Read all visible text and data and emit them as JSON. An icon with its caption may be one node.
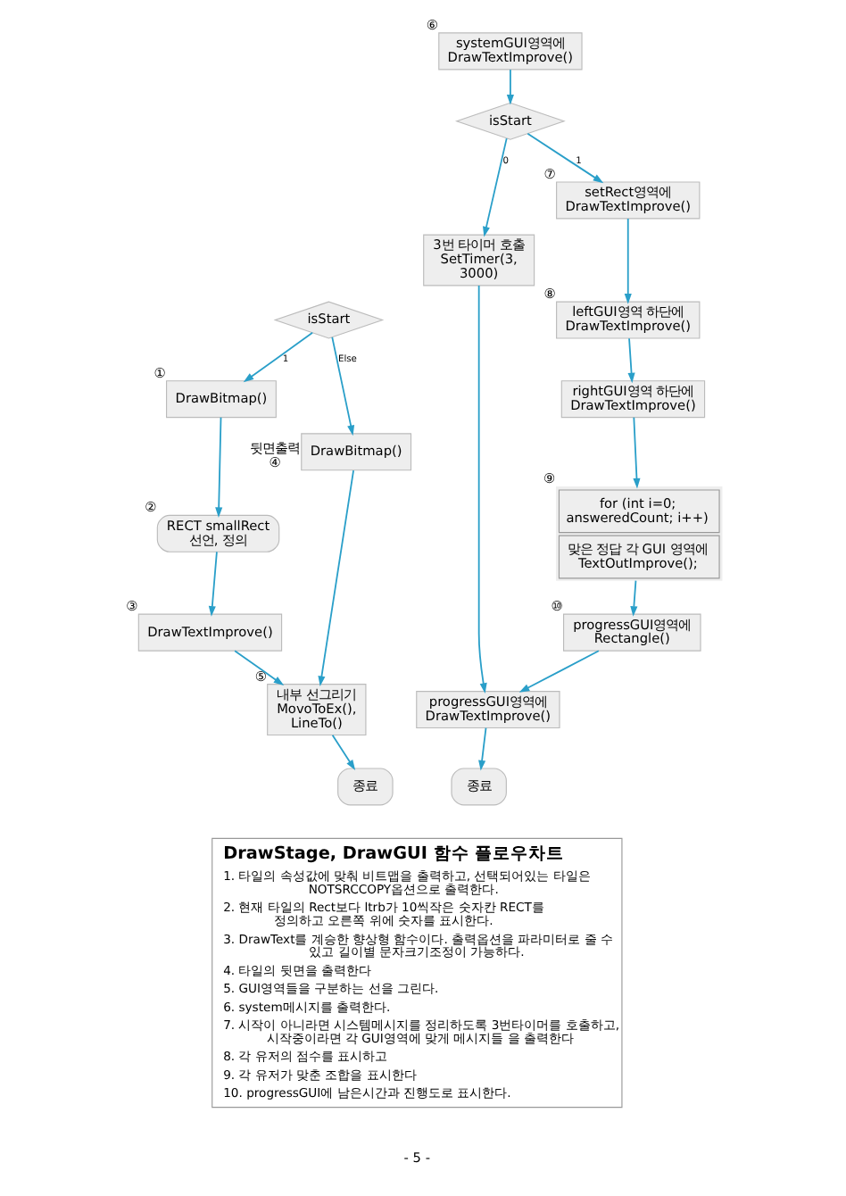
{
  "diagram": {
    "title": "DrawStage, DrawGUI 함수 플로우차트",
    "nodes": [
      {
        "text": [
          "isStart"
        ]
      },
      {
        "text": [
          "DrawBitmap()"
        ],
        "beside": [
          "①"
        ]
      },
      {
        "text": [
          "RECT smallRect 선언, 정의"
        ],
        "beside": [
          "②"
        ]
      },
      {
        "text": [
          "DrawTextImprove()"
        ],
        "beside": [
          "③"
        ]
      },
      {
        "text": [
          "DrawBitmap()"
        ],
        "beside": [
          "뒷면출력",
          "④"
        ]
      },
      {
        "text": [
          "내부 선그리기 MovoToEx(), LineTo()"
        ],
        "beside": [
          "⑤"
        ]
      },
      {
        "text": [
          "종료"
        ]
      },
      {
        "text": [
          "systemGUI영역에 DrawTextImprove()"
        ],
        "beside": [
          "⑥"
        ]
      },
      {
        "text": [
          "isStart"
        ]
      },
      {
        "text": [
          "3번 타이머 호출 SetTimer(3, 3000)"
        ]
      },
      {
        "text": [
          "setRect영역에 DrawTextImprove()"
        ],
        "beside": [
          "⑦"
        ]
      },
      {
        "text": [
          "leftGUI영역 하단에 DrawTextImprove()"
        ],
        "beside": [
          "⑧"
        ]
      },
      {
        "text": [
          "rightGUI영역 하단에 DrawTextImprove()"
        ]
      },
      {
        "text": [
          "for (int i=0; answeredCount; i++)",
          "맞은 정답 각 GUI 영역에 TextOutImprove();"
        ],
        "beside": [
          "⑨"
        ]
      },
      {
        "text": [
          "progressGUI영역에 Rectangle()"
        ],
        "beside": [
          "⑩"
        ]
      },
      {
        "text": [
          "progressGUI영역에 DrawTextImprove()"
        ]
      },
      {
        "text": [
          "종료"
        ]
      }
    ],
    "edges": [
      {
        "from": 0,
        "to": 1,
        "arrow": "to",
        "label": "1"
      },
      {
        "from": 0,
        "to": 4,
        "arrow": "to",
        "label": "Else"
      },
      {
        "from": 1,
        "to": 2,
        "arrow": "to"
      },
      {
        "from": 2,
        "to": 3,
        "arrow": "to"
      },
      {
        "from": 3,
        "to": 5,
        "arrow": "to"
      },
      {
        "from": 4,
        "to": 5,
        "arrow": "to"
      },
      {
        "from": 5,
        "to": 6,
        "arrow": "to"
      },
      {
        "from": 7,
        "to": 8,
        "arrow": "to"
      },
      {
        "from": 8,
        "to": 9,
        "arrow": "to",
        "label": "0"
      },
      {
        "from": 8,
        "to": 10,
        "arrow": "to",
        "label": "1"
      },
      {
        "from": 10,
        "to": 11,
        "arrow": "to"
      },
      {
        "from": 11,
        "to": 12,
        "arrow": "to"
      },
      {
        "from": 12,
        "to": 13,
        "arrow": "to"
      },
      {
        "from": 13,
        "to": 14,
        "arrow": "to"
      },
      {
        "from": 9,
        "to": 15,
        "arrow": "to"
      },
      {
        "from": 14,
        "to": 15,
        "arrow": "to"
      },
      {
        "from": 15,
        "to": 16,
        "arrow": "to"
      }
    ],
    "labels": [
      "1. 타일의 속성값에 맞춰 비트맵을 출력하고, 선택되어있는 타일은 NOTSRCCOPY옵션으로 출력한다.",
      "2. 현재 타일의 Rect보다 ltrb가 10씩작은 숫자칸 RECT를 정의하고 오른쪽 위에 숫자를 표시한다.",
      "3. DrawText를 계승한 향상형 함수이다. 출력옵션을 파라미터로 줄 수 있고 길이별 문자크기조정이 가능하다.",
      "4. 타일의 뒷면을 출력한다",
      "5. GUI영역들을 구분하는 선을 그린다.",
      "6. system메시지를 출력한다.",
      "7. 시작이 아니라면 시스템메시지를 정리하도록 3번타이머를 호출하고, 시작중이라면 각 GUI영역에 맞게 메시지들 을 출력한다",
      "8. 각 유저의 점수를 표시하고",
      "9. 각 유저가 맞춘 조합을 표시한다",
      "10. progressGUI에 남은시간과 진행도로 표시한다.",
      "- 5 -"
    ]
  }
}
